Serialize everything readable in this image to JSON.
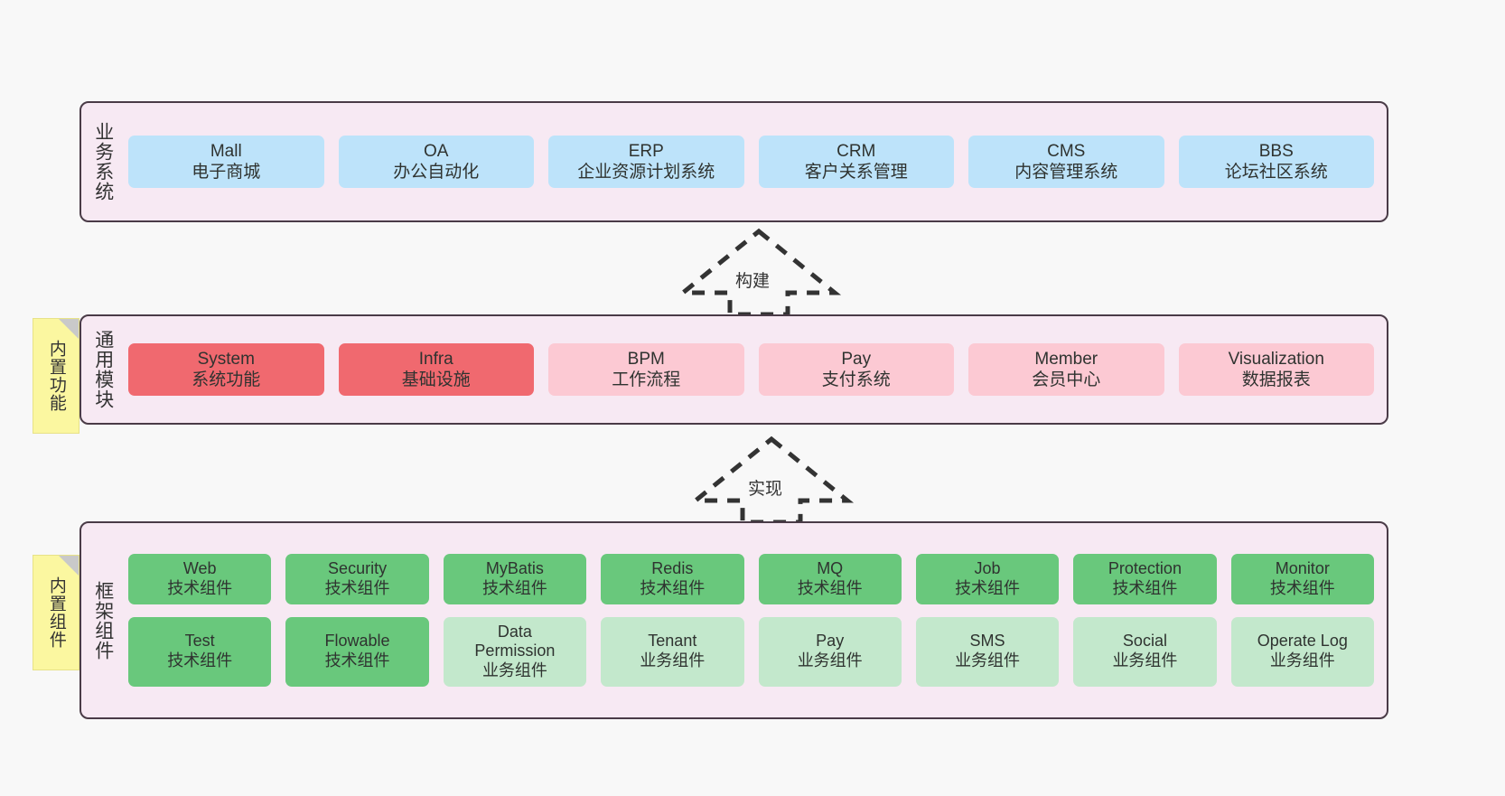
{
  "colors": {
    "background": "#f8f8f8",
    "layer_fill": "#f7e9f3",
    "layer_border": "#4a3b47",
    "blue": "#bde3fa",
    "red": "#f0696f",
    "pink": "#fcc9d3",
    "green": "#69c87c",
    "green_light": "#c3e8cc",
    "note_yellow": "#fbf7a0",
    "arrow": "#333333"
  },
  "notes": [
    {
      "id": "builtin-func",
      "label": "内置功能"
    },
    {
      "id": "builtin-comp",
      "label": "内置组件"
    }
  ],
  "arrows": [
    {
      "id": "build",
      "label": "构建",
      "style": "dashed-hollow-up"
    },
    {
      "id": "realize",
      "label": "实现",
      "style": "dashed-hollow-up"
    }
  ],
  "layers": [
    {
      "id": "business",
      "title": "业务系统",
      "rows": [
        {
          "items": [
            {
              "name": "Mall",
              "desc": "电子商城",
              "color": "blue"
            },
            {
              "name": "OA",
              "desc": "办公自动化",
              "color": "blue"
            },
            {
              "name": "ERP",
              "desc": "企业资源计划系统",
              "color": "blue"
            },
            {
              "name": "CRM",
              "desc": "客户关系管理",
              "color": "blue"
            },
            {
              "name": "CMS",
              "desc": "内容管理系统",
              "color": "blue"
            },
            {
              "name": "BBS",
              "desc": "论坛社区系统",
              "color": "blue"
            }
          ]
        }
      ]
    },
    {
      "id": "common",
      "title": "通用模块",
      "rows": [
        {
          "items": [
            {
              "name": "System",
              "desc": "系统功能",
              "color": "red"
            },
            {
              "name": "Infra",
              "desc": "基础设施",
              "color": "red"
            },
            {
              "name": "BPM",
              "desc": "工作流程",
              "color": "pink"
            },
            {
              "name": "Pay",
              "desc": "支付系统",
              "color": "pink"
            },
            {
              "name": "Member",
              "desc": "会员中心",
              "color": "pink"
            },
            {
              "name": "Visualization",
              "desc": "数据报表",
              "color": "pink"
            }
          ]
        }
      ]
    },
    {
      "id": "framework",
      "title": "框架组件",
      "rows": [
        {
          "items": [
            {
              "name": "Web",
              "desc": "技术组件",
              "color": "green"
            },
            {
              "name": "Security",
              "desc": "技术组件",
              "color": "green"
            },
            {
              "name": "MyBatis",
              "desc": "技术组件",
              "color": "green"
            },
            {
              "name": "Redis",
              "desc": "技术组件",
              "color": "green"
            },
            {
              "name": "MQ",
              "desc": "技术组件",
              "color": "green"
            },
            {
              "name": "Job",
              "desc": "技术组件",
              "color": "green"
            },
            {
              "name": "Protection",
              "desc": "技术组件",
              "color": "green"
            },
            {
              "name": "Monitor",
              "desc": "技术组件",
              "color": "green"
            }
          ]
        },
        {
          "items": [
            {
              "name": "Test",
              "desc": "技术组件",
              "color": "green"
            },
            {
              "name": "Flowable",
              "desc": "技术组件",
              "color": "green"
            },
            {
              "name": "Data",
              "name2": "Permission",
              "desc": "业务组件",
              "color": "green-light"
            },
            {
              "name": "Tenant",
              "desc": "业务组件",
              "color": "green-light"
            },
            {
              "name": "Pay",
              "desc": "业务组件",
              "color": "green-light"
            },
            {
              "name": "SMS",
              "desc": "业务组件",
              "color": "green-light"
            },
            {
              "name": "Social",
              "desc": "业务组件",
              "color": "green-light"
            },
            {
              "name": "Operate Log",
              "desc": "业务组件",
              "color": "green-light"
            }
          ]
        }
      ]
    }
  ]
}
